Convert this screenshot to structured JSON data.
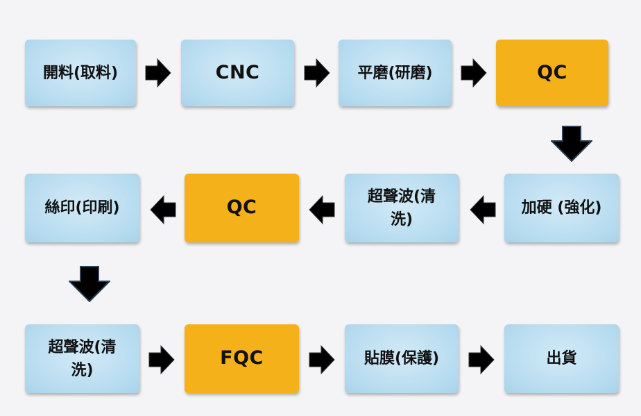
{
  "steps": [
    {
      "label": "開料(取料)",
      "style": "blue"
    },
    {
      "label": "CNC",
      "style": "blue"
    },
    {
      "label": "平磨(研磨)",
      "style": "blue"
    },
    {
      "label": "QC",
      "style": "gold"
    },
    {
      "label": "加硬 (強化)",
      "style": "blue"
    },
    {
      "label": "超聲波(清\n洗)",
      "style": "blue"
    },
    {
      "label": "QC",
      "style": "gold"
    },
    {
      "label": "絲印(印刷)",
      "style": "blue"
    },
    {
      "label": "超聲波(清\n洗)",
      "style": "blue"
    },
    {
      "label": "FQC",
      "style": "gold"
    },
    {
      "label": "貼膜(保護)",
      "style": "blue"
    },
    {
      "label": "出貨",
      "style": "blue"
    }
  ],
  "colors": {
    "box_blue": "#b7dcef",
    "box_gold": "#f5b11a",
    "arrow": "#000000",
    "background": "#f4f4f6"
  }
}
